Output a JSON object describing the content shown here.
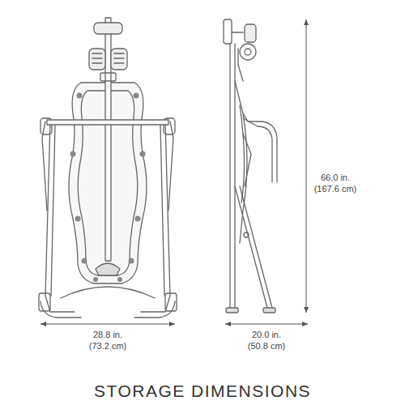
{
  "diagram": {
    "caption": "STORAGE DIMENSIONS",
    "labels": [
      "28.8 in.",
      "(73.2 cm)",
      "20.0 in.",
      "(50.8 cm)",
      "66.0 in.",
      "(167.6 cm)"
    ]
  }
}
